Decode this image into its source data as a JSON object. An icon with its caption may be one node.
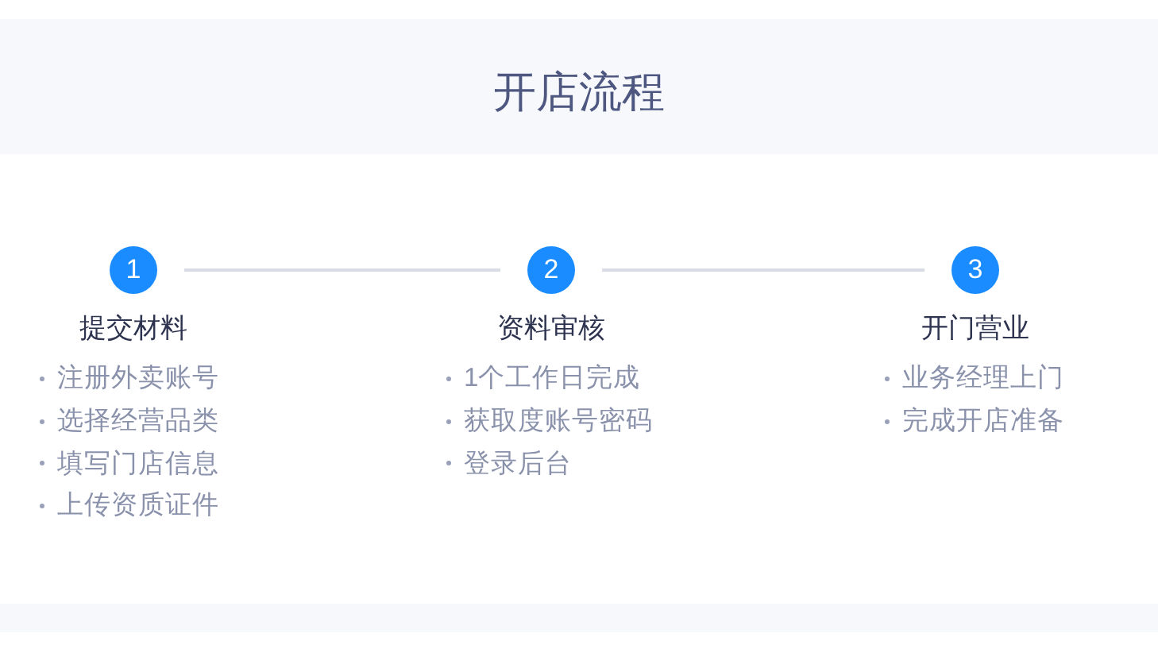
{
  "diagram": {
    "title": "开店流程",
    "nodes": [
      {
        "text": [
          "1"
        ],
        "beside": [
          "提交材料",
          "注册外卖账号",
          "选择经营品类",
          "填写门店信息",
          "上传资质证件"
        ]
      },
      {
        "text": [
          "2"
        ],
        "beside": [
          "资料审核",
          "1个工作日完成",
          "获取度账号密码",
          "登录后台"
        ]
      },
      {
        "text": [
          "3"
        ],
        "beside": [
          "开门营业",
          "业务经理上门",
          "完成开店准备"
        ]
      }
    ],
    "edges": [
      {
        "from": 0,
        "to": 1,
        "arrow": "none"
      },
      {
        "from": 1,
        "to": 2,
        "arrow": "none"
      }
    ]
  }
}
